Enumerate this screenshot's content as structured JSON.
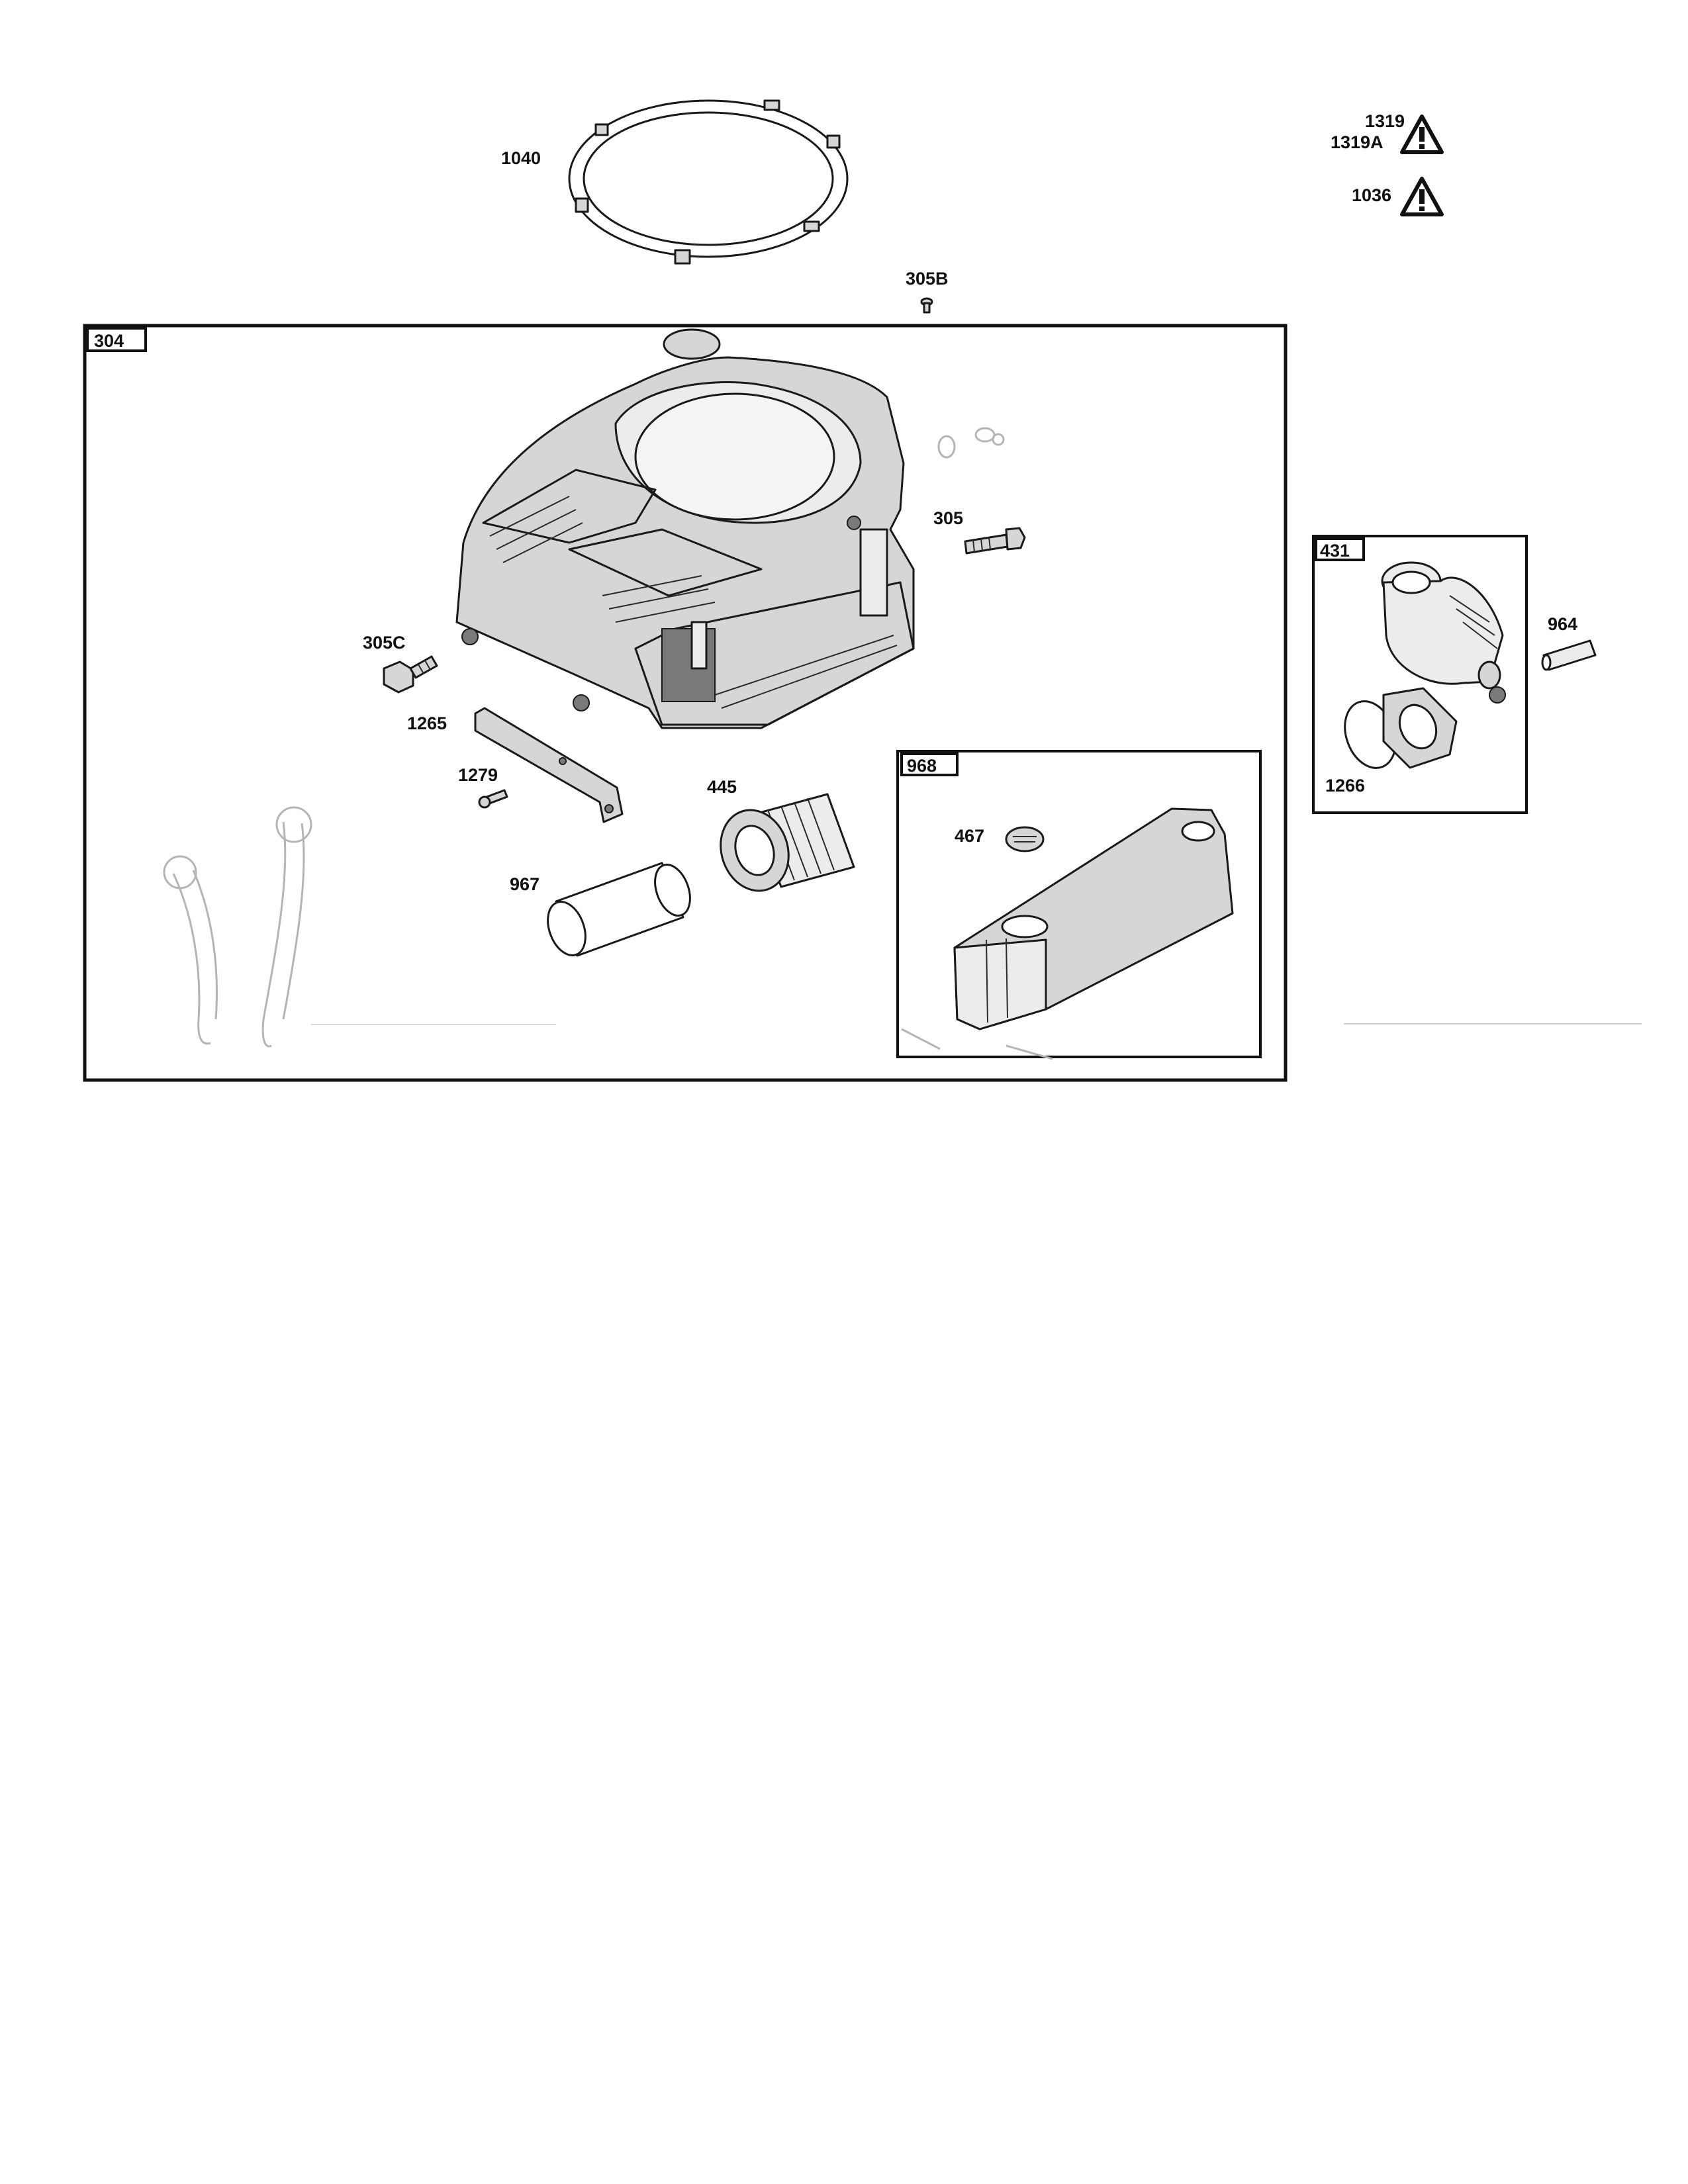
{
  "labels": {
    "ring_1040": "1040",
    "warn_1319": "1319",
    "warn_1319a": "1319A",
    "warn_1036": "1036",
    "screw_305b": "305B",
    "box_304": "304",
    "screw_305": "305",
    "screw_305c": "305C",
    "bracket_1265": "1265",
    "screw_1279": "1279",
    "filter_445": "445",
    "prefilter_967": "967",
    "box_968": "968",
    "knob_467": "467",
    "box_431": "431",
    "tube_964": "964",
    "gasket_1266": "1266"
  },
  "icons": {
    "warning": "warning-triangle-icon"
  },
  "colors": {
    "ink": "#111111",
    "part_fill": "#d6d6d6",
    "faint_part": "#b5b5b5"
  }
}
